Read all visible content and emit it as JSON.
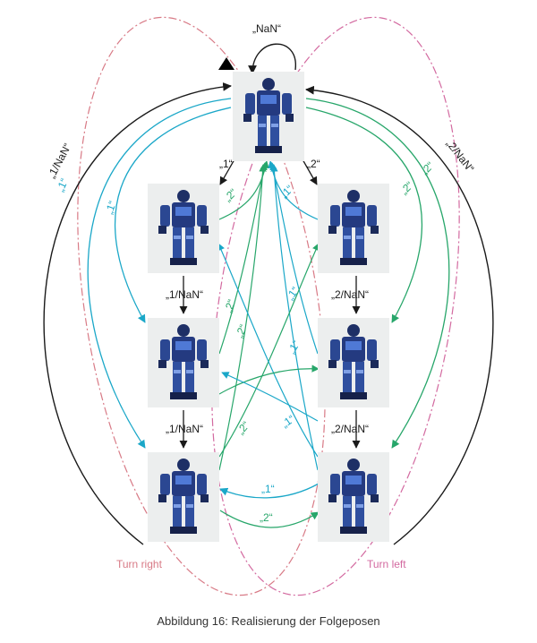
{
  "colors": {
    "black": "#1a1a1a",
    "cyan": "#1aa7c8",
    "green": "#27a66a",
    "turn_right": "#d87a86",
    "turn_left": "#d36aa0",
    "robot_blue": "#2f4f9f"
  },
  "poses": {
    "top": "robot pose photo",
    "left_1": "robot pose photo",
    "left_2": "robot pose photo",
    "left_3": "robot pose photo",
    "right_1": "robot pose photo",
    "right_2": "robot pose photo",
    "right_3": "robot pose photo"
  },
  "labels": {
    "self_loop": "„NaN“",
    "outer_left": "„1/NaN“",
    "outer_right": "„2/NaN“",
    "top_to_left": "„1“",
    "top_to_right": "„2“",
    "left_12": "„1/NaN“",
    "left_23": "„1/NaN“",
    "right_12": "„2/NaN“",
    "right_23": "„2/NaN“",
    "cyan_left_a": "„1“",
    "cyan_left_b": "„1“",
    "green_right_a": "„2“",
    "green_right_b": "„2“",
    "cross_green_1": "„2“",
    "cross_cyan_1": "„1“",
    "cross_green_2": "„2“",
    "cross_cyan_2": "„1“",
    "cross_green_3": "„2“",
    "cross_green_4": "„2“",
    "cross_cyan_3": "„1“",
    "cross_cyan_4": "„1“",
    "bottom_cyan": "„1“",
    "bottom_green": "„2“"
  },
  "turn_right": "Turn right",
  "turn_left": "Turn left",
  "caption": "Abbildung 16:  Realisierung der Folgeposen"
}
